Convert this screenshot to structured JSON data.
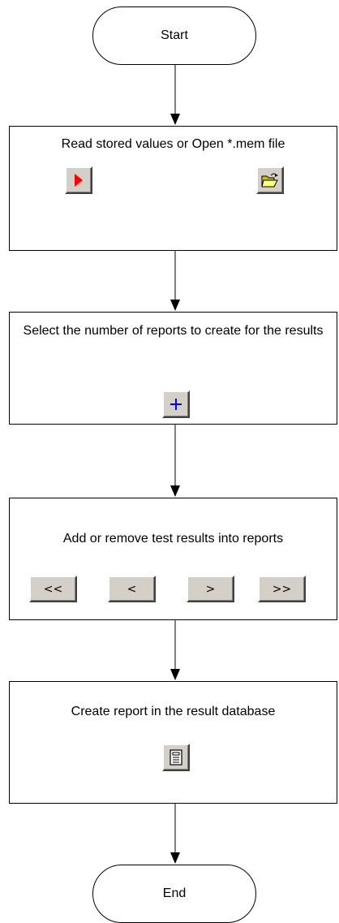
{
  "start": {
    "label": "Start"
  },
  "end": {
    "label": "End"
  },
  "steps": [
    {
      "text": "Read stored values or Open *.mem file",
      "icons": [
        "play-icon",
        "open-folder-icon"
      ]
    },
    {
      "text": "Select the number of reports to create for the results",
      "icons": [
        "plus-icon"
      ]
    },
    {
      "text": "Add or remove test results into reports",
      "buttons": [
        "<<",
        "<",
        ">",
        ">>"
      ]
    },
    {
      "text": "Create report in the result database",
      "icons": [
        "report-icon"
      ]
    }
  ],
  "colors": {
    "play": "#ff0000",
    "plus": "#0000ff",
    "folder": "#c8c000",
    "button_face": "#d4d0c8"
  }
}
